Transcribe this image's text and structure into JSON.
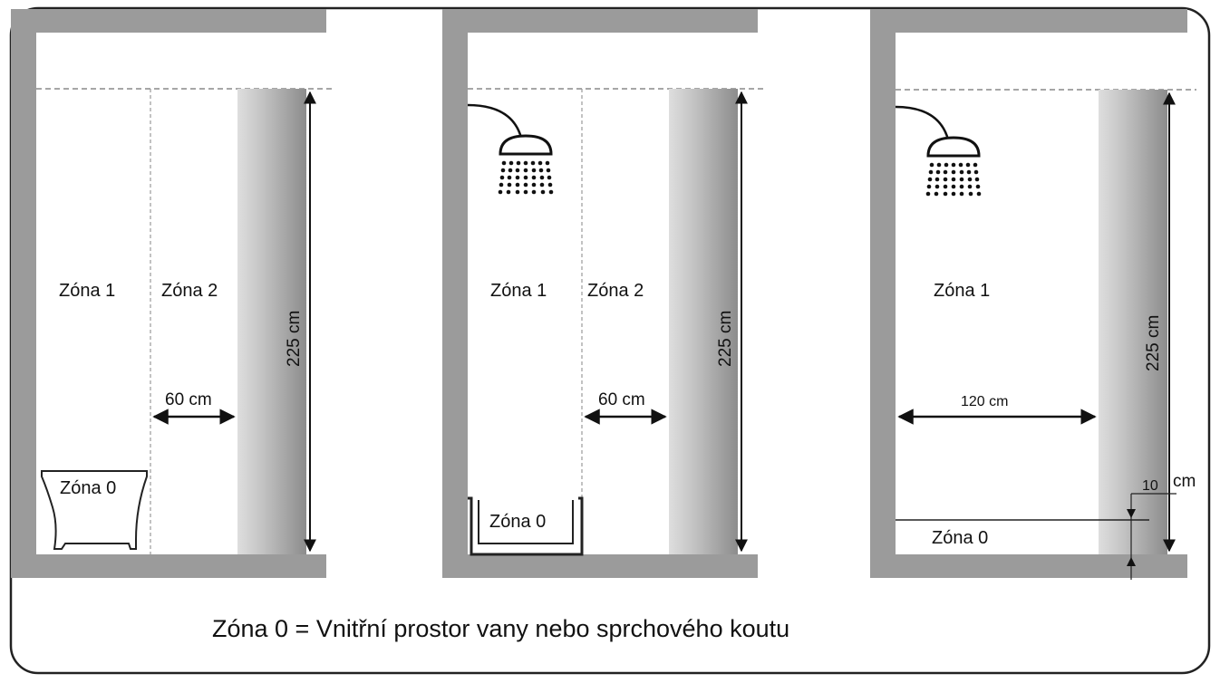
{
  "caption": "Zóna 0 = Vnitřní prostor vany nebo sprchového koutu",
  "panels": [
    {
      "zone1": "Zóna 1",
      "zone2": "Zóna 2",
      "zone0": "Zóna 0",
      "height": "225 cm",
      "width": "60 cm"
    },
    {
      "zone1": "Zóna 1",
      "zone2": "Zóna 2",
      "zone0": "Zóna 0",
      "height": "225 cm",
      "width": "60 cm"
    },
    {
      "zone1": "Zóna 1",
      "zone0": "Zóna 0",
      "height": "225 cm",
      "width": "120 cm",
      "floor_offset_num": "10",
      "floor_offset_unit": "cm"
    }
  ],
  "colors": {
    "wall": "#9b9b9b",
    "frame": "#222222",
    "pillar_light": "#ededed",
    "pillar_dark": "#8f8f8f"
  }
}
